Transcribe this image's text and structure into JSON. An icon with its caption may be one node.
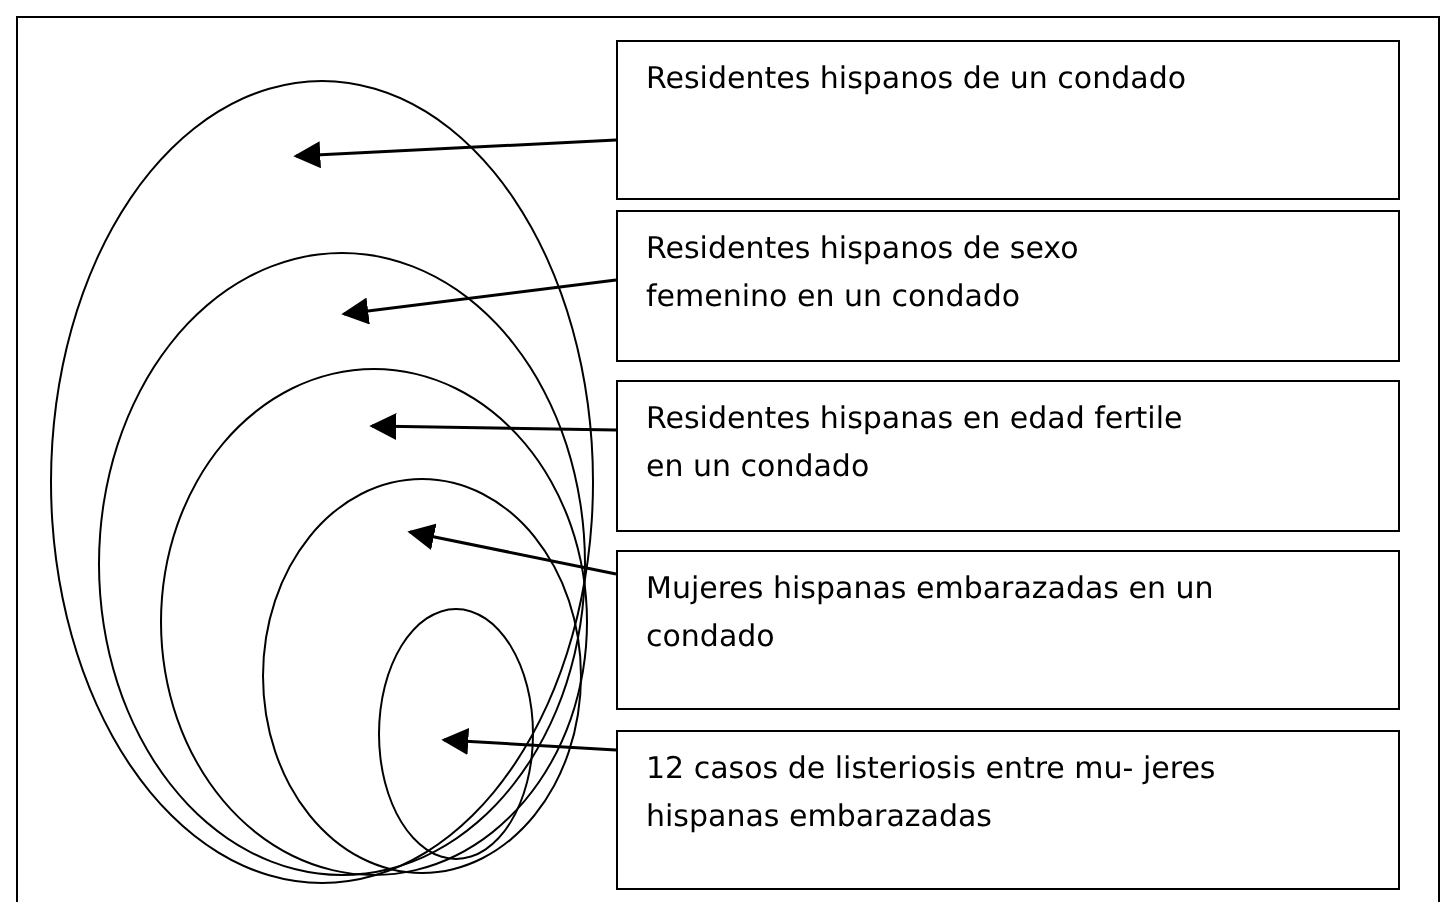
{
  "diagram": {
    "nodes": [
      {
        "text": [
          "Residentes hispanos de un condado"
        ]
      },
      {
        "text": [
          "Residentes hispanos de sexo femenino en un condado"
        ]
      },
      {
        "text": [
          "Residentes hispanas en edad fertile en un condado"
        ]
      },
      {
        "text": [
          "Mujeres hispanas embarazadas en un condado"
        ]
      },
      {
        "text": [
          "12 casos de listeriosis entre mu- jeres hispanas embarazadas"
        ]
      },
      {
        "text": [],
        "shape": "ellipse"
      },
      {
        "text": [],
        "shape": "ellipse",
        "in": 5
      },
      {
        "text": [],
        "shape": "ellipse",
        "in": 6
      },
      {
        "text": [],
        "shape": "ellipse",
        "in": 7
      },
      {
        "text": [],
        "shape": "ellipse",
        "in": 8
      }
    ],
    "edges": [
      {
        "from": 0,
        "to": 5,
        "arrow": "to"
      },
      {
        "from": 1,
        "to": 6,
        "arrow": "to"
      },
      {
        "from": 2,
        "to": 7,
        "arrow": "to"
      },
      {
        "from": 3,
        "to": 8,
        "arrow": "to"
      },
      {
        "from": 4,
        "to": 9,
        "arrow": "to"
      }
    ]
  }
}
